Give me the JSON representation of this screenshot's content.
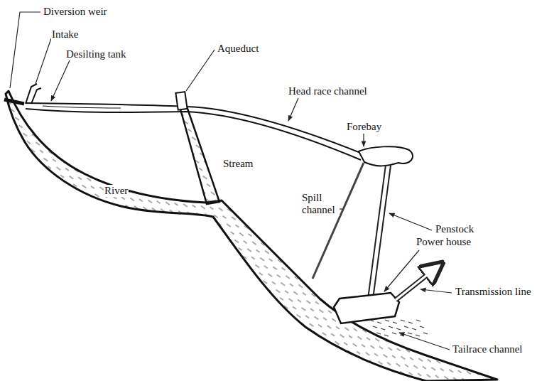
{
  "diagram": {
    "labels": [
      "Diversion weir",
      "Intake",
      "Desilting tank",
      "Aqueduct",
      "Head race channel",
      "Forebay",
      "River",
      "Stream",
      "Spill channel",
      "Penstock",
      "Power house",
      "Transmission line",
      "Tailrace channel"
    ]
  }
}
